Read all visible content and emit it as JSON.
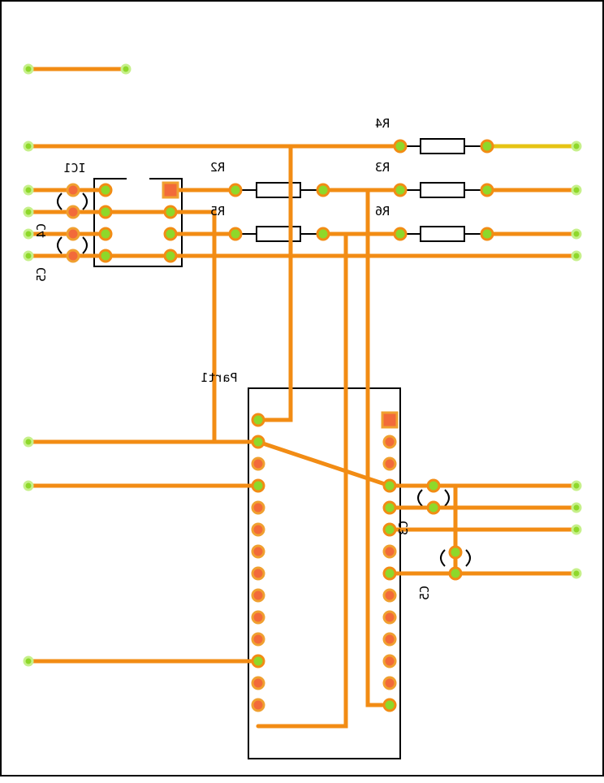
{
  "labels": {
    "r4": "R4",
    "r2": "R2",
    "r3": "R3",
    "r5": "R5",
    "r6": "R6",
    "ic1": "IC1",
    "c4": "C4",
    "c5_left": "C5",
    "part1": "Part1",
    "c3": "C3",
    "c5_right": "C5"
  },
  "colors": {
    "trace": "#f28c14",
    "trace_alt": "#e6c414",
    "pad_ring": "#8ed82a",
    "pad_fill": "#f26a3a",
    "outline": "#000000",
    "background": "#ffffff"
  }
}
